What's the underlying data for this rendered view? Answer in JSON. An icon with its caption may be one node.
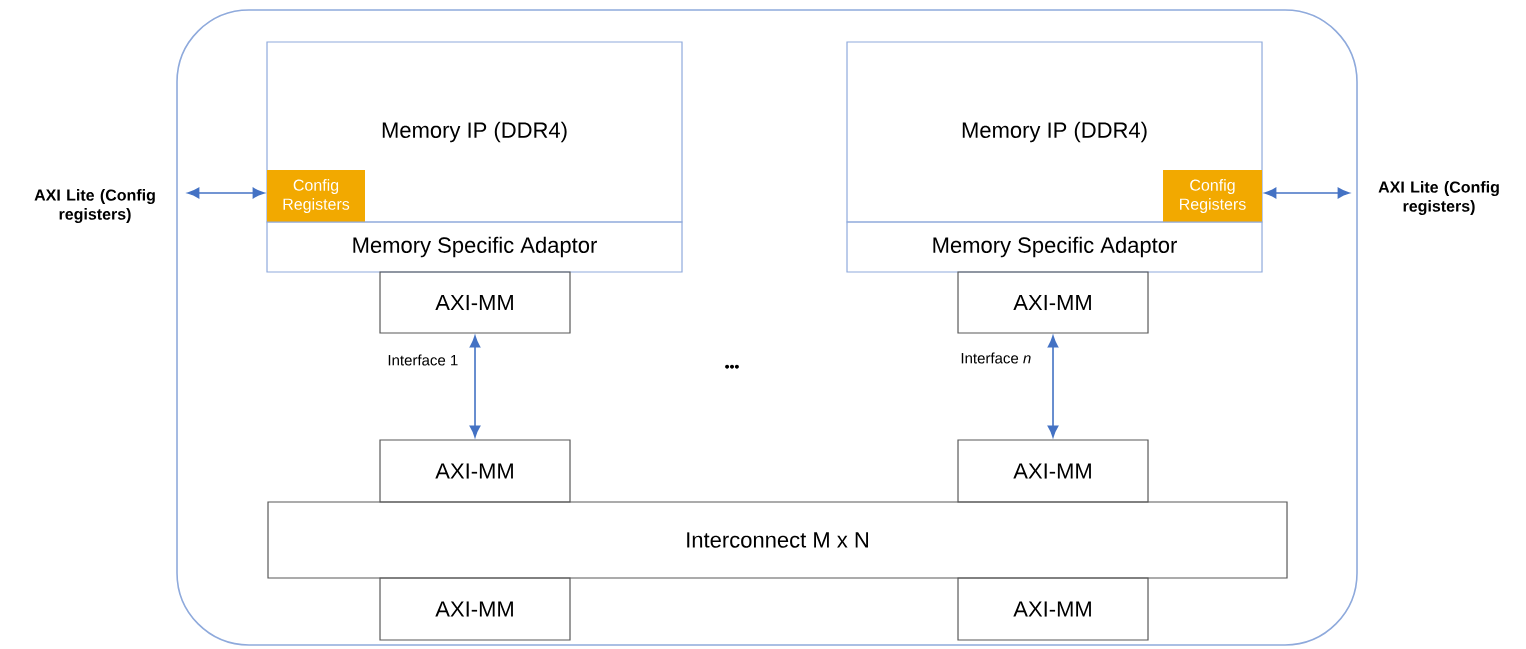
{
  "diagram": {
    "nodes": [
      {
        "text": [],
        "shape": "box"
      },
      {
        "text": [
          "Memory IP (DDR4)"
        ],
        "in": 0
      },
      {
        "text": [
          "Config Registers"
        ],
        "in": 1
      },
      {
        "text": [
          "Memory Specific Adaptor"
        ],
        "in": 0
      },
      {
        "text": [
          "AXI-MM"
        ],
        "in": 0
      },
      {
        "text": [
          "Memory IP (DDR4)"
        ],
        "in": 0
      },
      {
        "text": [
          "Config Registers"
        ],
        "in": 5
      },
      {
        "text": [
          "Memory Specific Adaptor"
        ],
        "in": 0
      },
      {
        "text": [
          "AXI-MM"
        ],
        "in": 0
      },
      {
        "text": [
          "AXI-MM"
        ],
        "in": 0
      },
      {
        "text": [
          "AXI-MM"
        ],
        "in": 0
      },
      {
        "text": [
          "Interconnect M x N"
        ],
        "in": 0
      },
      {
        "text": [
          "AXI-MM"
        ],
        "in": 0
      },
      {
        "text": [
          "AXI-MM"
        ],
        "in": 0
      },
      {
        "text": [
          "AXI Lite (Config registers)"
        ]
      },
      {
        "text": [
          "AXI Lite (Config registers)"
        ]
      }
    ],
    "edges": [
      {
        "from": 14,
        "to": 2,
        "arrow": "both"
      },
      {
        "from": 6,
        "to": 15,
        "arrow": "both"
      },
      {
        "from": 4,
        "to": 9,
        "arrow": "both",
        "label": "Interface 1"
      },
      {
        "from": 8,
        "to": 10,
        "arrow": "both",
        "label": "Interface *n*"
      }
    ],
    "labels": [
      "•••"
    ]
  }
}
